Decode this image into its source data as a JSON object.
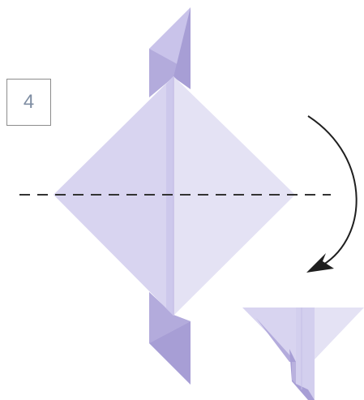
{
  "step": {
    "number": "4"
  },
  "colors": {
    "paper_light": "#e4e2f4",
    "paper_mid": "#d3cfee",
    "paper_dark": "#b9b1de",
    "paper_darker": "#a79ed5",
    "crease": "#c6bfe6",
    "fold_line": "#333333",
    "arrow": "#1f1f1f",
    "box_border": "#8c8c8c",
    "step_text": "#7f8ea3"
  },
  "icons": {
    "fold_arrow": "curved-arrow-down-icon",
    "fold_line": "dashed-valley-fold-line",
    "result_preview": "folded-result-preview"
  }
}
